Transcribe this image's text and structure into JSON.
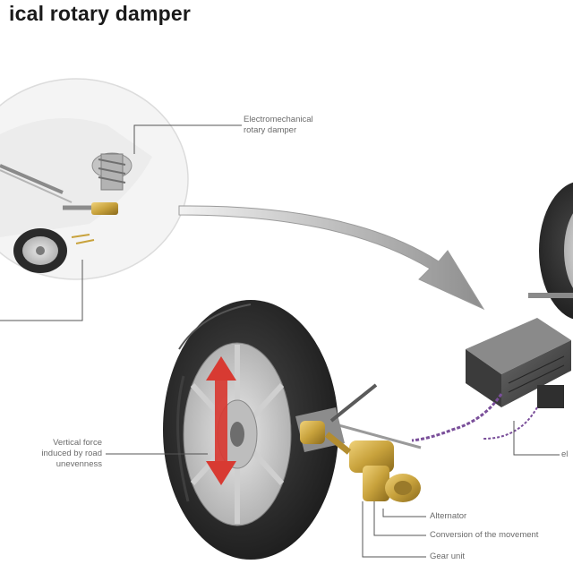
{
  "title": "ical rotary damper",
  "labels": {
    "damper_line1": "Electromechanical",
    "damper_line2": "rotary damper",
    "force_line1": "Vertical force",
    "force_line2": "induced by road",
    "force_line3": "unevenness",
    "alternator": "Alternator",
    "conversion": "Conversion of the movement",
    "gear_unit": "Gear unit",
    "edge_label": "el"
  },
  "colors": {
    "damper_gold": "#c8a23c",
    "force_arrow": "#d83a32",
    "cable_purple": "#7a4f9a",
    "leader_line": "#555555"
  }
}
